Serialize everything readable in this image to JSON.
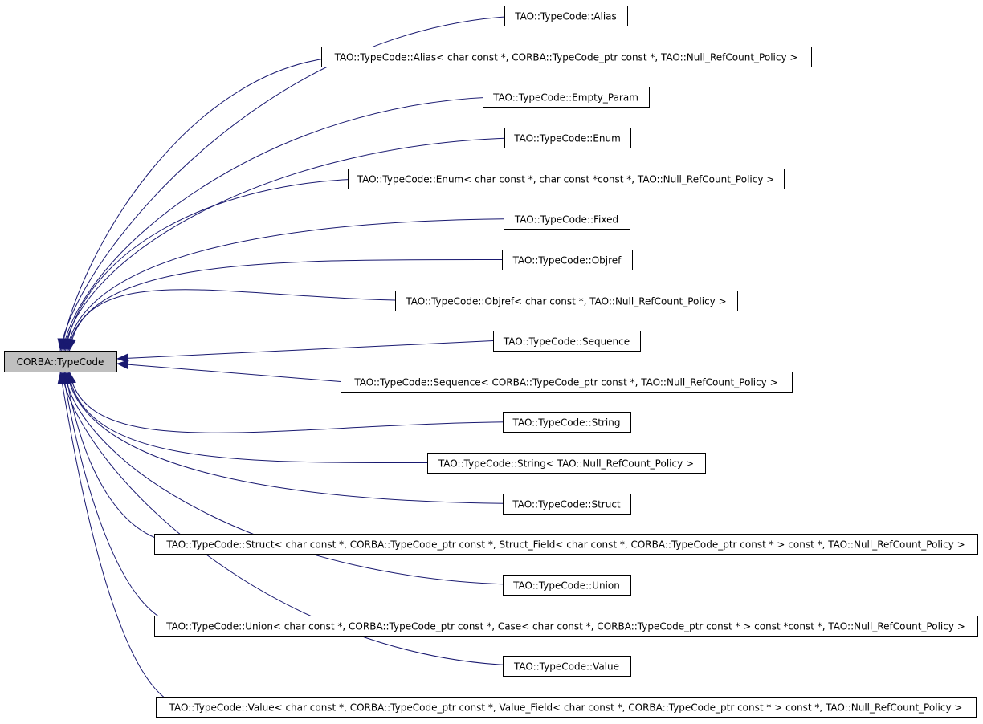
{
  "base": {
    "label": "CORBA::TypeCode",
    "fill": "#bfbfbf"
  },
  "derived": [
    "TAO::TypeCode::Alias",
    "TAO::TypeCode::Alias< char const *, CORBA::TypeCode_ptr const *, TAO::Null_RefCount_Policy >",
    "TAO::TypeCode::Empty_Param",
    "TAO::TypeCode::Enum",
    "TAO::TypeCode::Enum< char const *, char const *const *, TAO::Null_RefCount_Policy >",
    "TAO::TypeCode::Fixed",
    "TAO::TypeCode::Objref",
    "TAO::TypeCode::Objref< char const *, TAO::Null_RefCount_Policy >",
    "TAO::TypeCode::Sequence",
    "TAO::TypeCode::Sequence< CORBA::TypeCode_ptr const *, TAO::Null_RefCount_Policy >",
    "TAO::TypeCode::String",
    "TAO::TypeCode::String< TAO::Null_RefCount_Policy >",
    "TAO::TypeCode::Struct",
    "TAO::TypeCode::Struct< char const *, CORBA::TypeCode_ptr const *, Struct_Field< char const *, CORBA::TypeCode_ptr const * > const *, TAO::Null_RefCount_Policy >",
    "TAO::TypeCode::Union",
    "TAO::TypeCode::Union< char const *, CORBA::TypeCode_ptr const *, Case< char const *, CORBA::TypeCode_ptr const * > const *const *, TAO::Null_RefCount_Policy >",
    "TAO::TypeCode::Value",
    "TAO::TypeCode::Value< char const *, CORBA::TypeCode_ptr const *, Value_Field< char const *, CORBA::TypeCode_ptr const * > const *, TAO::Null_RefCount_Policy >"
  ],
  "colors": {
    "edge": "#191970",
    "node_fill": "#ffffff",
    "node_border": "#000000"
  }
}
